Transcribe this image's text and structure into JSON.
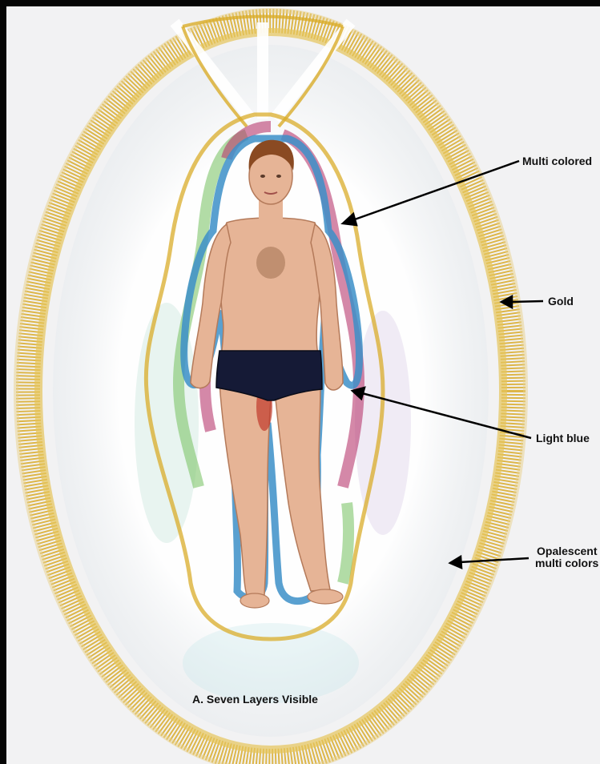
{
  "labels": {
    "multi_colored": "Multi colored",
    "gold": "Gold",
    "light_blue": "Light blue",
    "opalescent_line1": "Opalescent",
    "opalescent_line2": "multi colors"
  },
  "caption": "A.  Seven Layers Visible",
  "colors": {
    "gold": "#d9ac2a",
    "light_blue": "#3c8fc8",
    "deep_blue": "#1e5f9a",
    "magenta": "#b8386e",
    "green": "#7fc46a",
    "skin": "#e6b496",
    "trunks": "#151a36",
    "hair": "#8a4a22",
    "background": "#f2f2f3"
  }
}
